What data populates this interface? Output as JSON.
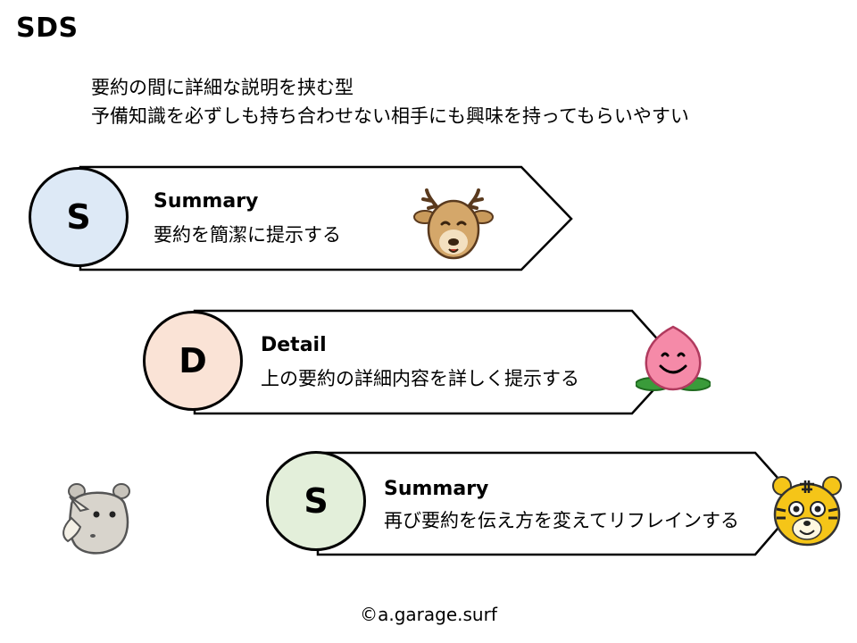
{
  "title": "SDS",
  "description": [
    "要約の間に詳細な説明を挟む型",
    "予備知識を必ずしも持ち合わせない相手にも興味を持ってもらいやすい"
  ],
  "steps": [
    {
      "letter": "S",
      "heading": "Summary",
      "text": "要約を簡潔に提示する",
      "circle_color": "#dde9f6",
      "icon": "deer-icon"
    },
    {
      "letter": "D",
      "heading": "Detail",
      "text": "上の要約の詳細内容を詳しく提示する",
      "circle_color": "#fae3d6",
      "icon": "peach-icon"
    },
    {
      "letter": "S",
      "heading": "Summary",
      "text": "再び要約を伝え方を変えてリフレインする",
      "circle_color": "#e3efda",
      "icon": "tiger-icon"
    }
  ],
  "decorations": [
    "rhino-icon"
  ],
  "footer": "©a.garage.surf"
}
